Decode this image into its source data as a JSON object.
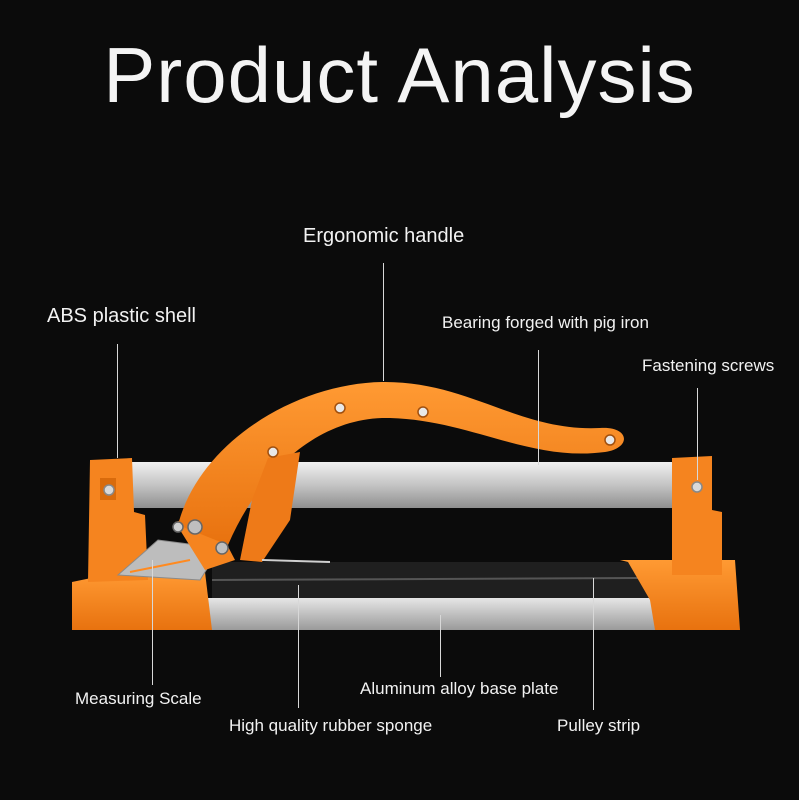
{
  "title": "Product Analysis",
  "labels": {
    "ergonomic_handle": "Ergonomic handle",
    "abs_shell": "ABS plastic shell",
    "bearing": "Bearing forged with pig iron",
    "fastening_screws": "Fastening screws",
    "measuring_scale": "Measuring Scale",
    "aluminum_base": "Aluminum alloy base plate",
    "rubber_sponge": "High quality rubber sponge",
    "pulley_strip": "Pulley strip"
  },
  "colors": {
    "background": "#0b0b0b",
    "accent_orange": "#f5841f",
    "aluminum": "#c8c8c8",
    "rubber": "#222222"
  }
}
